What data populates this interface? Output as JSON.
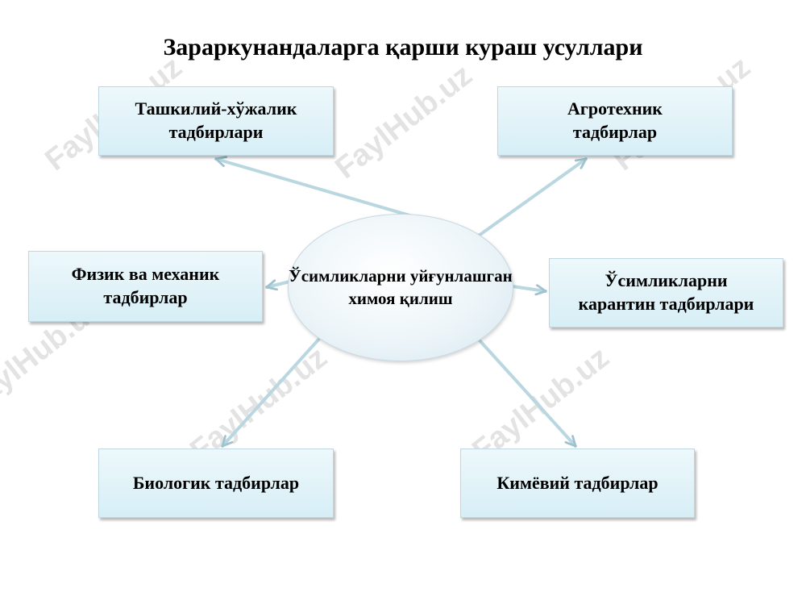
{
  "title": "Зараркунандаларга қарши кураш усуллари",
  "center": {
    "line1": "Ўсимликларни",
    "line2": "уйғунлашган",
    "line3": "химоя қилиш"
  },
  "boxes": {
    "top_left": {
      "line1": "Ташкилий-хўжалик",
      "line2": "тадбирлари"
    },
    "top_right": {
      "line1": "Агротехник",
      "line2": "тадбирлар"
    },
    "middle_left": {
      "line1": "Физик ва механик",
      "line2": "тадбирлар"
    },
    "middle_right": {
      "line1": "Ўсимликларни",
      "line2": "карантин тадбирлари"
    },
    "bottom_left": {
      "line1": "Биологик тадбирлар"
    },
    "bottom_right": {
      "line1": "Кимёвий тадбирлар"
    }
  },
  "watermark": "FaylHub.uz",
  "colors": {
    "box_fill": "#d7eef6",
    "arrow": "#b9d7e0"
  }
}
